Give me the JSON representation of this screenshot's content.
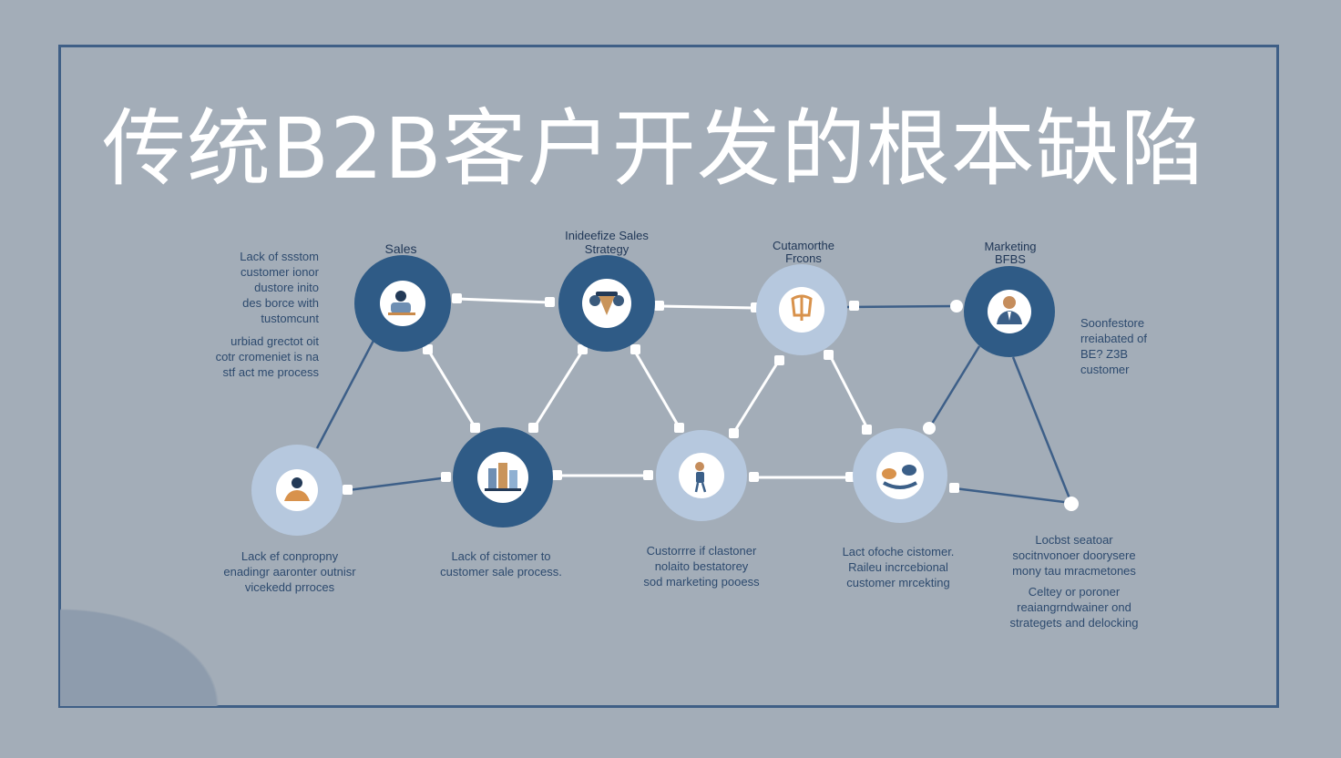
{
  "title": "传统B2B客户开发的根本缺陷",
  "colors": {
    "background": "#a3adb8",
    "frame": "#3f5f86",
    "node_dark": "#2f5b86",
    "node_light": "#b6c8de",
    "connector": "#3d5f88",
    "connector_light": "#ffffff",
    "text": "#2d4a6e"
  },
  "nodes": [
    {
      "id": "n1",
      "icon": "person-desk-icon",
      "tone": "dark",
      "heading": "Sales"
    },
    {
      "id": "n2",
      "icon": "team-icon",
      "tone": "dark",
      "heading": "Inideefize Sales\nStrategy"
    },
    {
      "id": "n3",
      "icon": "target-hand-icon",
      "tone": "light",
      "heading": "Cutamorthe\nFrcons"
    },
    {
      "id": "n4",
      "icon": "businessman-icon",
      "tone": "dark",
      "heading": "Marketing\nBFBS"
    },
    {
      "id": "n5",
      "icon": "worker-icon",
      "tone": "light",
      "heading": ""
    },
    {
      "id": "n6",
      "icon": "office-building-icon",
      "tone": "dark",
      "heading": ""
    },
    {
      "id": "n7",
      "icon": "presenter-icon",
      "tone": "light",
      "heading": ""
    },
    {
      "id": "n8",
      "icon": "handshake-icon",
      "tone": "light",
      "heading": ""
    }
  ],
  "descriptions": {
    "left_top": "Lack of ssstom\ncustomer ionor\ndustore inito\ndes borce with\ntustomcunt",
    "left_bottom": "urbiad grectot oit\ncotr cromeniet is na\nstf act me process",
    "right_top": "Soonfestore\nrreiabated of\nBE? Z3B\ncustomer",
    "bottom_1": "Lack ef conpropny\nenadingr aaronter outnisr\nvicekedd prroces",
    "bottom_2": "Lack of cistomer to\ncustomer sale process.",
    "bottom_3": "Custorrre if clastoner\nnolaito bestatorey\nsod marketing pooess",
    "bottom_4": "Lact ofoche cistomer.\nRaileu incrcebional\ncustomer mrcekting",
    "bottom_5a": "Locbst seatoar\nsocitnvonoer doorysere\nmony tau mracmetones",
    "bottom_5b": "Celtey or poroner\nreaiangrndwainer ond\nstrategets and delocking"
  }
}
